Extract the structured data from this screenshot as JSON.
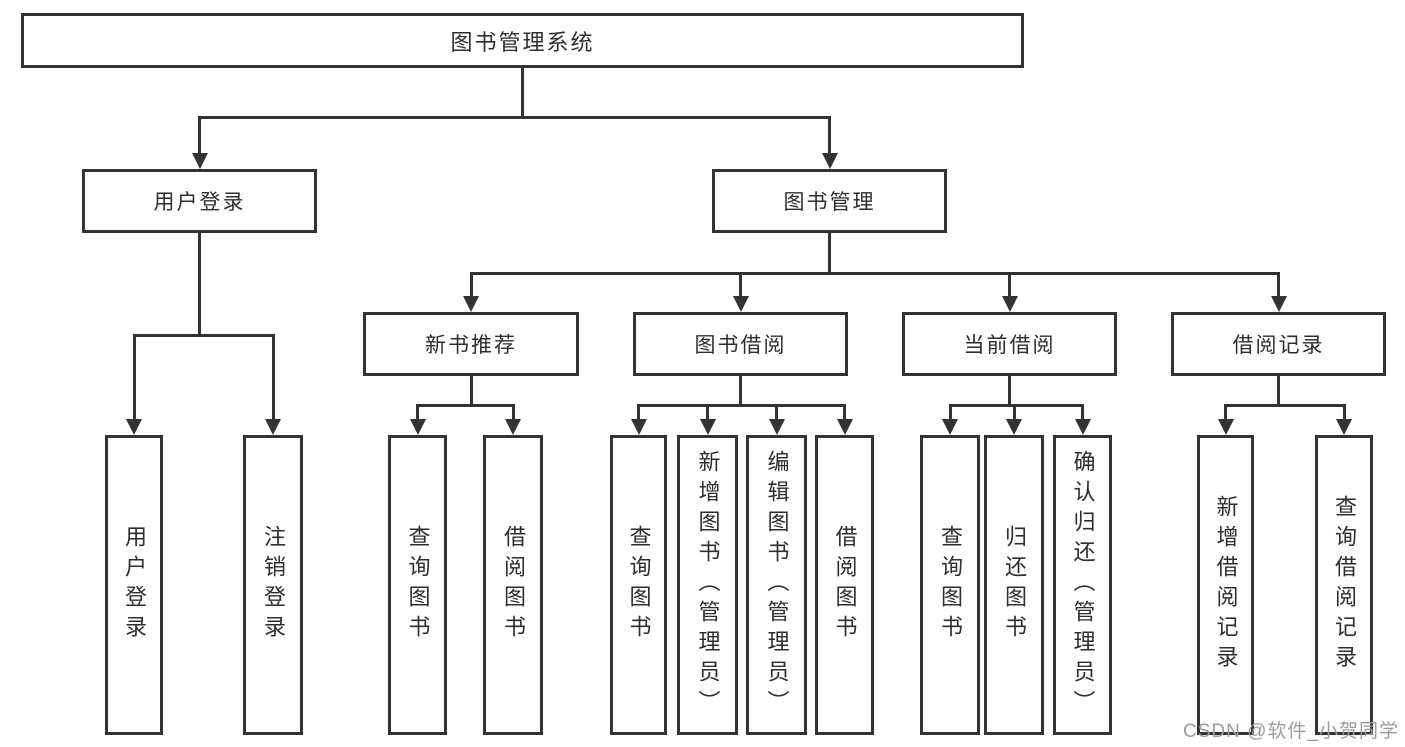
{
  "diagram": {
    "title": "图书管理系统"
  },
  "nodes": [
    {
      "id": "root",
      "label": "图书管理系统",
      "vertical": false
    },
    {
      "id": "user-login",
      "label": "用户登录",
      "vertical": false
    },
    {
      "id": "book-mgmt",
      "label": "图书管理",
      "vertical": false
    },
    {
      "id": "new-book-rec",
      "label": "新书推荐",
      "vertical": false
    },
    {
      "id": "book-borrow",
      "label": "图书借阅",
      "vertical": false
    },
    {
      "id": "current-borrow",
      "label": "当前借阅",
      "vertical": false
    },
    {
      "id": "borrow-records",
      "label": "借阅记录",
      "vertical": false
    },
    {
      "id": "v-user-login",
      "label": "用户登录",
      "vertical": true
    },
    {
      "id": "v-logout",
      "label": "注销登录",
      "vertical": true
    },
    {
      "id": "v-query-book-1",
      "label": "查询图书",
      "vertical": true
    },
    {
      "id": "v-borrow-book-1",
      "label": "借阅图书",
      "vertical": true
    },
    {
      "id": "v-query-book-2",
      "label": "查询图书",
      "vertical": true
    },
    {
      "id": "v-add-book",
      "label": "新增图书（管理员）",
      "vertical": true
    },
    {
      "id": "v-edit-book",
      "label": "编辑图书（管理员）",
      "vertical": true
    },
    {
      "id": "v-borrow-book-2",
      "label": "借阅图书",
      "vertical": true
    },
    {
      "id": "v-query-book-3",
      "label": "查询图书",
      "vertical": true
    },
    {
      "id": "v-return-book",
      "label": "归还图书",
      "vertical": true
    },
    {
      "id": "v-confirm-return",
      "label": "确认归还（管理员）",
      "vertical": true
    },
    {
      "id": "v-add-borrow-record",
      "label": "新增借阅记录",
      "vertical": true
    },
    {
      "id": "v-query-borrow-record",
      "label": "查询借阅记录",
      "vertical": true
    }
  ],
  "edges": [
    {
      "from": "root",
      "to": [
        "user-login",
        "book-mgmt"
      ]
    },
    {
      "from": "user-login",
      "to": [
        "v-user-login",
        "v-logout"
      ]
    },
    {
      "from": "book-mgmt",
      "to": [
        "new-book-rec",
        "book-borrow",
        "current-borrow",
        "borrow-records"
      ]
    },
    {
      "from": "new-book-rec",
      "to": [
        "v-query-book-1",
        "v-borrow-book-1"
      ]
    },
    {
      "from": "book-borrow",
      "to": [
        "v-query-book-2",
        "v-add-book",
        "v-edit-book",
        "v-borrow-book-2"
      ]
    },
    {
      "from": "current-borrow",
      "to": [
        "v-query-book-3",
        "v-return-book",
        "v-confirm-return"
      ]
    },
    {
      "from": "borrow-records",
      "to": [
        "v-add-borrow-record",
        "v-query-borrow-record"
      ]
    }
  ],
  "watermark": {
    "text": "CSDN @软件_小贺同学"
  },
  "colors": {
    "line": "#333333",
    "text": "#2e2e2e",
    "watermark": "#9c9c9c",
    "background": "#ffffff"
  }
}
